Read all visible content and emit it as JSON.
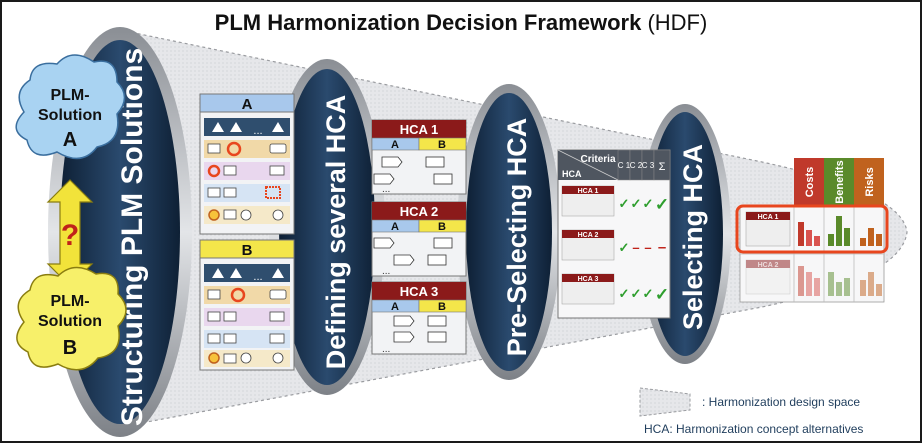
{
  "title": {
    "main": "PLM Harmonization Decision Framework",
    "abbr": "(HDF)"
  },
  "solution_a": {
    "line1": "PLM-",
    "line2": "Solution",
    "letter": "A"
  },
  "solution_b": {
    "line1": "PLM-",
    "line2": "Solution",
    "letter": "B"
  },
  "question_mark": "?",
  "rings": [
    {
      "label": "Structuring PLM Solutions"
    },
    {
      "label": "Defining several HCA"
    },
    {
      "label": "Pre-Selecting HCA"
    },
    {
      "label": "Selecting HCA"
    }
  ],
  "structure_cards": [
    {
      "label": "A"
    },
    {
      "label": "B"
    }
  ],
  "hca_cards": [
    {
      "title": "HCA 1",
      "col_a": "A",
      "col_b": "B"
    },
    {
      "title": "HCA 2",
      "col_a": "A",
      "col_b": "B"
    },
    {
      "title": "HCA 3",
      "col_a": "A",
      "col_b": "B"
    }
  ],
  "ellipsis": "...",
  "criteria_table": {
    "header_criteria": "Criteria",
    "header_hca": "HCA",
    "columns": [
      "C 1",
      "C 2",
      "C 3",
      "Σ"
    ],
    "rows": [
      {
        "hca": "HCA 1",
        "marks": [
          "✓",
          "✓",
          "✓",
          "✓"
        ]
      },
      {
        "hca": "HCA 2",
        "marks": [
          "✓",
          "–",
          "–",
          "–"
        ]
      },
      {
        "hca": "HCA 3",
        "marks": [
          "✓",
          "✓",
          "✓",
          "✓"
        ]
      }
    ]
  },
  "selection_table": {
    "columns": [
      "Costs",
      "Benefits",
      "Risks"
    ],
    "rows": [
      {
        "hca": "HCA 1"
      },
      {
        "hca": "HCA 2"
      }
    ]
  },
  "legend": {
    "space_label": ": Harmonization design space",
    "hca_label": "HCA: Harmonization concept alternatives"
  },
  "colors": {
    "ring": "#1f3d5c",
    "hca_title": "#8b1a1a",
    "cloud_a": "#a9d3f2",
    "cloud_b": "#f7f06a",
    "card_a_header": "#a8c8ec",
    "card_b_header": "#f4e64a",
    "selected_border": "#e8461e",
    "costs": "#c0392b",
    "benefits": "#5a8a2a",
    "risks": "#c0621e",
    "check": "#2e9e2e"
  }
}
